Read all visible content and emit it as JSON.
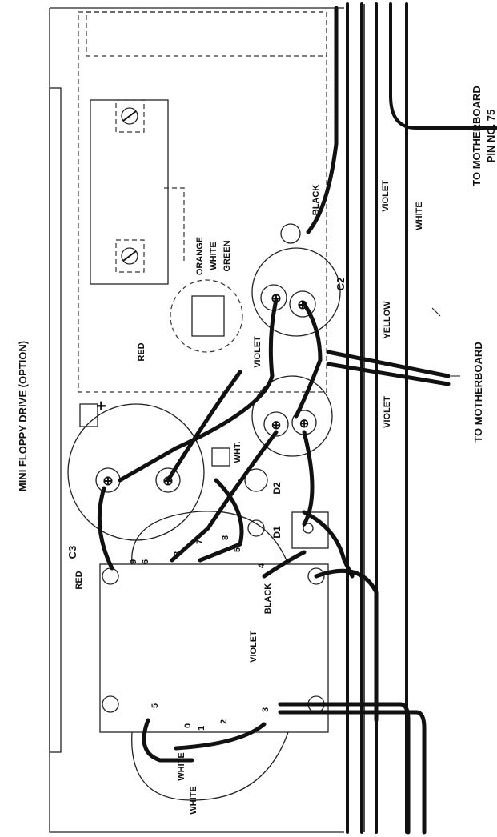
{
  "labels": {
    "title": "MINI FLOPPY DRIVE (OPTION)",
    "to_mb_pin": "TO MOTHERBOARD",
    "pin_no": "PIN NO. 75",
    "to_mb": "TO MOTHERBOARD",
    "c2": "C2",
    "c3": "C3",
    "d1": "D1",
    "d2": "D2",
    "wht": "WHT.",
    "plus": "+"
  },
  "wires": {
    "black_top": "BLACK",
    "orange": "ORANGE",
    "white_top": "WHITE",
    "green": "GREEN",
    "red_top": "RED",
    "violet_mid": "VIOLET",
    "violet_right": "VIOLET",
    "white_right": "WHITE",
    "yellow": "YELLOW",
    "violet_lower": "VIOLET",
    "red_left": "RED",
    "violet_xfmr": "VIOLET",
    "black_xfmr": "BLACK",
    "white_b1": "WHITE",
    "white_b2": "WHITE"
  },
  "terminals": [
    "9",
    "6",
    "8",
    "7",
    "8",
    "5",
    "4",
    "5",
    "0",
    "1",
    "2",
    "3"
  ]
}
